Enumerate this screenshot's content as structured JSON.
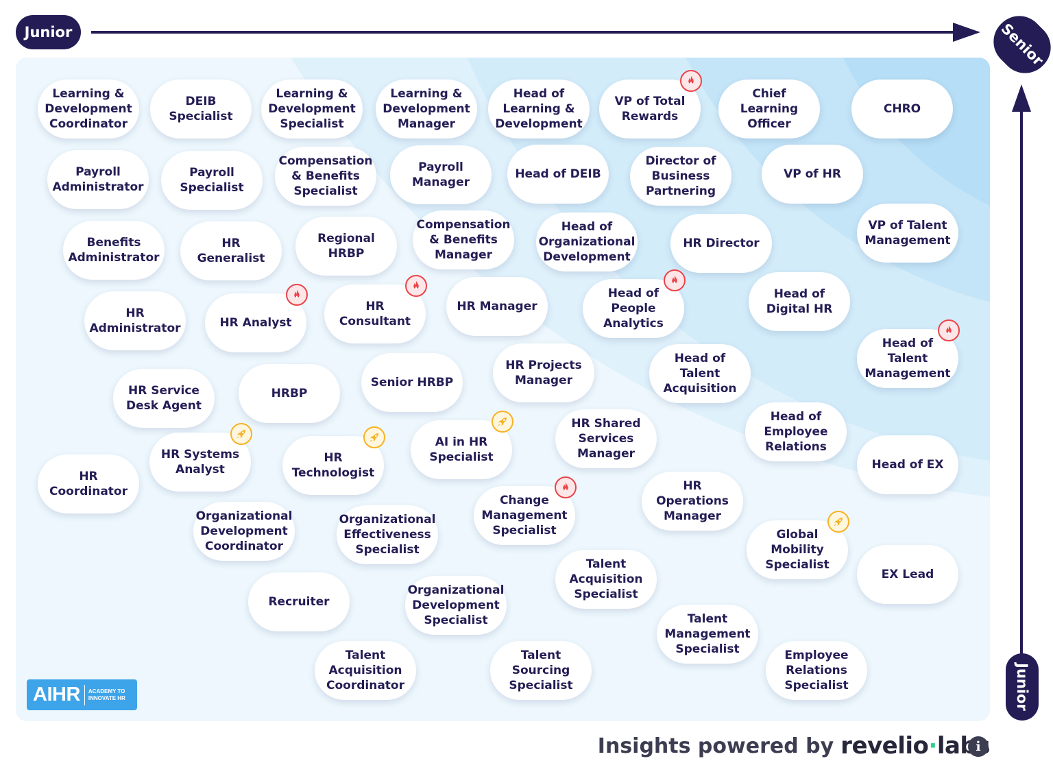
{
  "axis": {
    "horizontal_start": "Junior",
    "horizontal_end": "Senior",
    "vertical_start": "Junior",
    "line_color": "#241d55"
  },
  "legend_icons": {
    "hot": "fire-icon",
    "rising": "rocket-icon"
  },
  "roles": [
    {
      "label": "Learning & Development Coordinator"
    },
    {
      "label": "DEIB Specialist"
    },
    {
      "label": "Learning & Development Specialist"
    },
    {
      "label": "Learning & Development Manager"
    },
    {
      "label": "Head of Learning & Development"
    },
    {
      "label": "VP of Total Rewards",
      "badge": "hot"
    },
    {
      "label": "Chief Learning Officer"
    },
    {
      "label": "CHRO"
    },
    {
      "label": "Payroll Administrator"
    },
    {
      "label": "Payroll Specialist"
    },
    {
      "label": "Compensation & Benefits Specialist"
    },
    {
      "label": "Payroll Manager"
    },
    {
      "label": "Head of DEIB"
    },
    {
      "label": "Director of Business Partnering"
    },
    {
      "label": "VP of HR"
    },
    {
      "label": "VP of Talent Management"
    },
    {
      "label": "Benefits Administrator"
    },
    {
      "label": "HR Generalist"
    },
    {
      "label": "Regional HRBP"
    },
    {
      "label": "Compensation & Benefits Manager"
    },
    {
      "label": "Head of Organizational Development"
    },
    {
      "label": "HR Director"
    },
    {
      "label": "HR Administrator"
    },
    {
      "label": "HR Analyst",
      "badge": "hot"
    },
    {
      "label": "HR Consultant",
      "badge": "hot"
    },
    {
      "label": "HR Manager"
    },
    {
      "label": "Head of People Analytics",
      "badge": "hot"
    },
    {
      "label": "Head of Digital HR"
    },
    {
      "label": "Head of Talent Management",
      "badge": "hot"
    },
    {
      "label": "HR Service Desk Agent"
    },
    {
      "label": "HRBP"
    },
    {
      "label": "Senior HRBP"
    },
    {
      "label": "HR Projects Manager"
    },
    {
      "label": "Head of Talent Acquisition"
    },
    {
      "label": "HR Coordinator"
    },
    {
      "label": "HR Systems Analyst",
      "badge": "rising"
    },
    {
      "label": "HR Technologist",
      "badge": "rising"
    },
    {
      "label": "AI in HR Specialist",
      "badge": "rising"
    },
    {
      "label": "HR Shared Services Manager"
    },
    {
      "label": "Head of Employee Relations"
    },
    {
      "label": "Head of EX"
    },
    {
      "label": "Organizational Development Coordinator"
    },
    {
      "label": "Organizational Effectiveness Specialist"
    },
    {
      "label": "Change Management Specialist",
      "badge": "hot"
    },
    {
      "label": "HR Operations Manager"
    },
    {
      "label": "Global Mobility Specialist",
      "badge": "rising"
    },
    {
      "label": "EX Lead"
    },
    {
      "label": "Recruiter"
    },
    {
      "label": "Organizational Development Specialist"
    },
    {
      "label": "Talent Acquisition Specialist"
    },
    {
      "label": "Talent Management Specialist"
    },
    {
      "label": "Talent Acquisition Coordinator"
    },
    {
      "label": "Talent Sourcing Specialist"
    },
    {
      "label": "Employee Relations Specialist"
    }
  ],
  "logo": {
    "main": "AIHR",
    "tag_line1": "ACADEMY TO",
    "tag_line2": "INNOVATE HR"
  },
  "footer": {
    "text": "Insights powered by",
    "brand_part1": "revelio",
    "brand_part2": "labs",
    "info_icon": "info-icon"
  },
  "colors": {
    "navy": "#241d55",
    "hot": "#e9444a",
    "rising": "#f5b325",
    "brand_accent": "#2fcf8e",
    "logo_blue": "#3ea4ea"
  }
}
